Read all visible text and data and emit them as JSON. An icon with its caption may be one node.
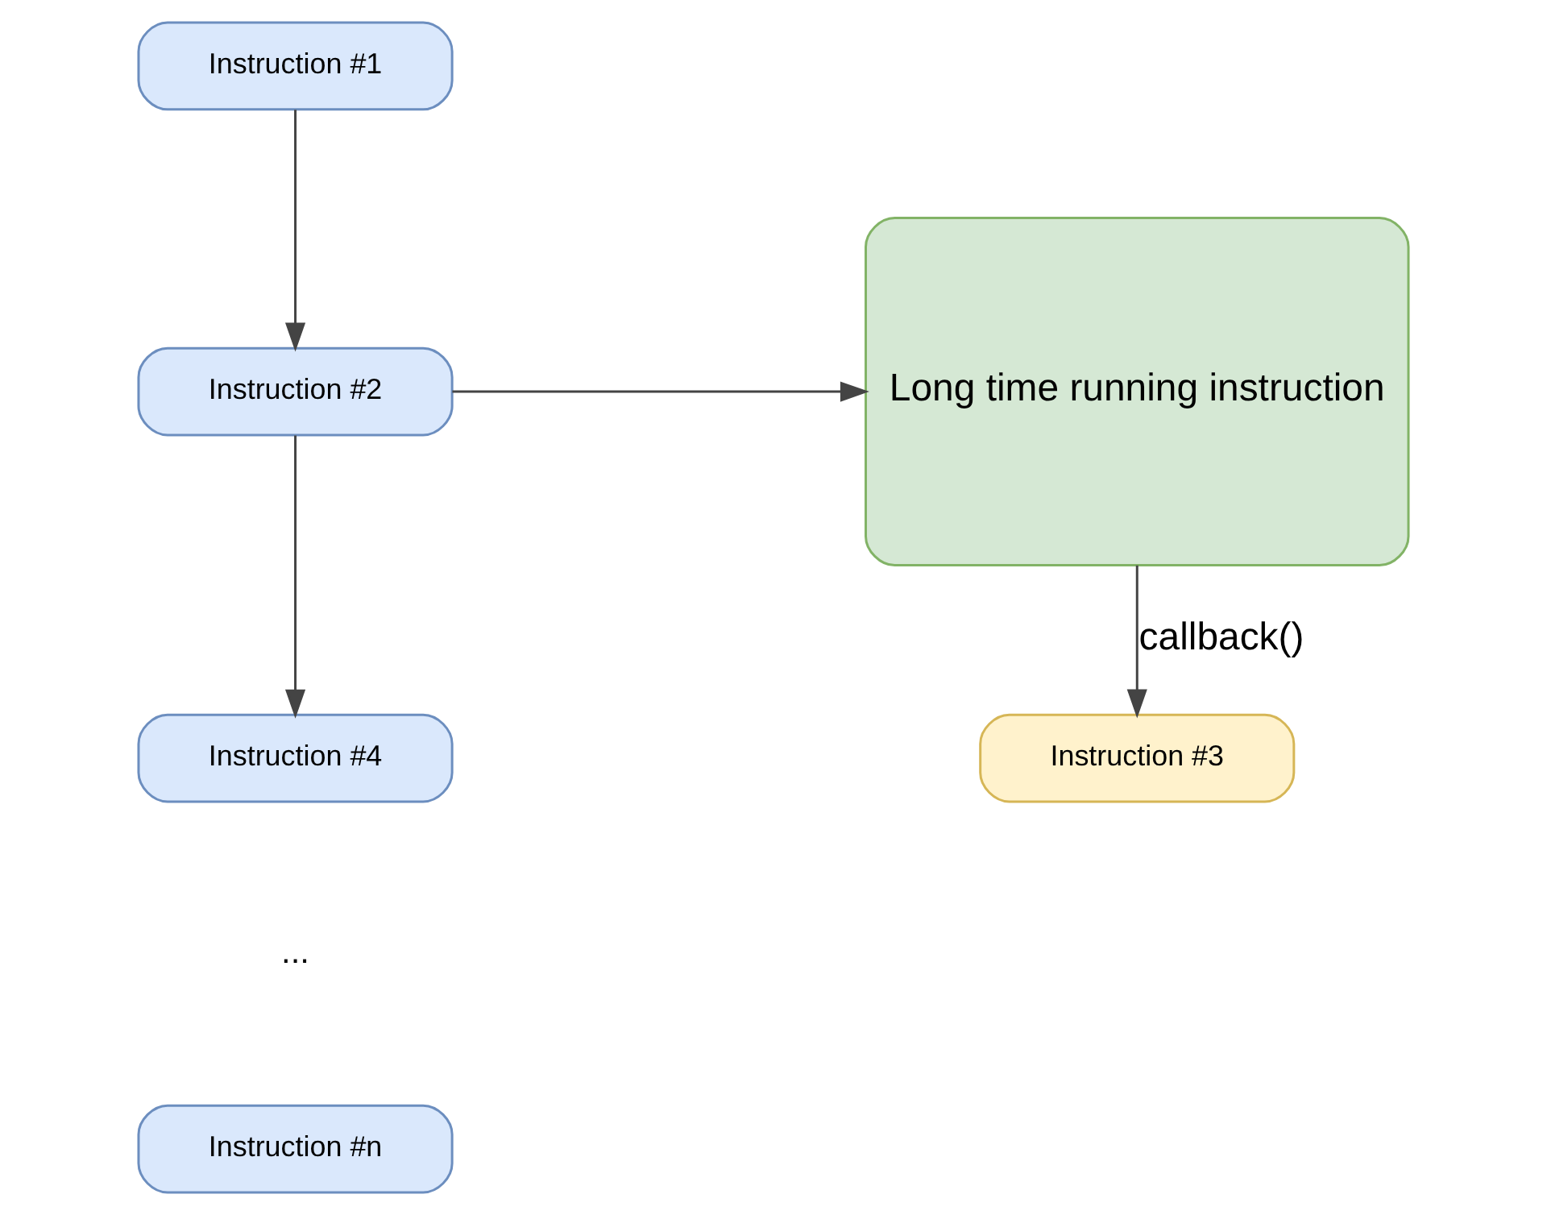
{
  "diagram": {
    "nodes": [
      {
        "text": [
          "Instruction #1"
        ]
      },
      {
        "text": [
          "Instruction #2"
        ]
      },
      {
        "text": [
          "Instruction #4"
        ]
      },
      {
        "text": [
          "Instruction #n"
        ]
      },
      {
        "text": [
          "Long time running instruction"
        ]
      },
      {
        "text": [
          "Instruction #3"
        ]
      }
    ],
    "edges": [
      {
        "from": 0,
        "to": 1,
        "arrow": "to"
      },
      {
        "from": 1,
        "to": 2,
        "arrow": "to"
      },
      {
        "from": 1,
        "to": 4,
        "arrow": "to"
      },
      {
        "from": 4,
        "to": 5,
        "arrow": "to",
        "label": "callback()"
      }
    ],
    "labels": [
      "..."
    ]
  }
}
